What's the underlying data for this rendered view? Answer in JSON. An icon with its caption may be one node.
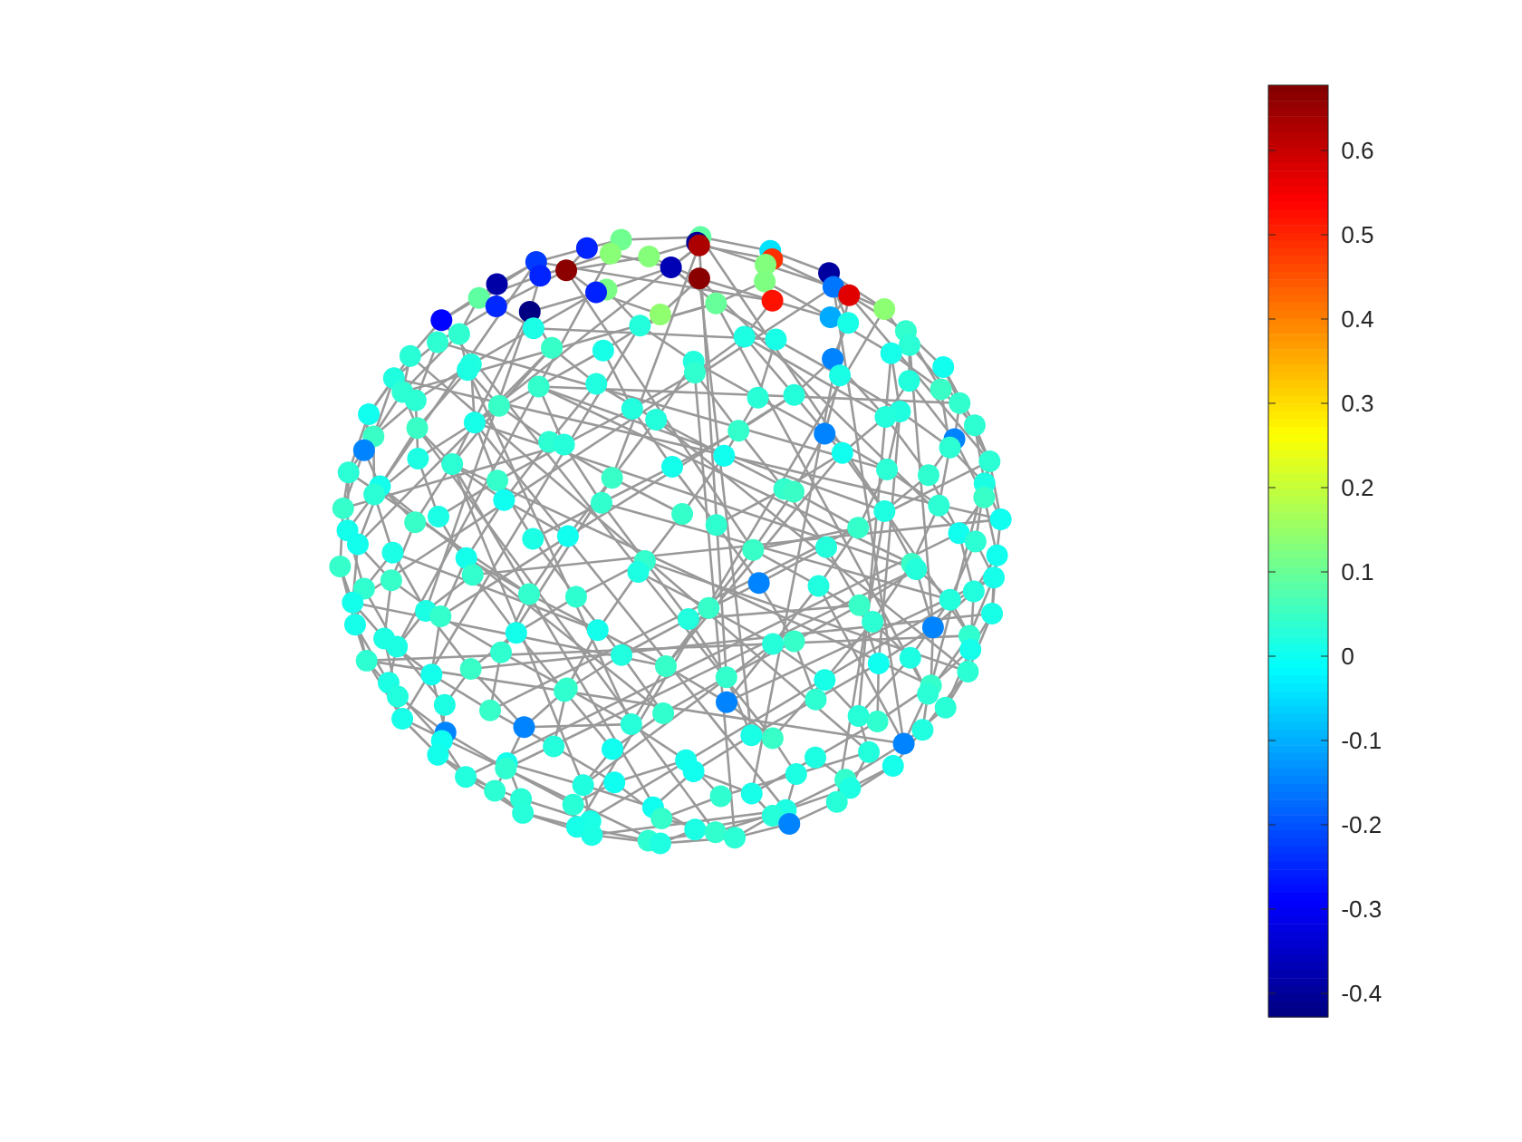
{
  "diagram": {
    "labels": [
      "0.6",
      "0.5",
      "0.4",
      "0.3",
      "0.2",
      "0.1",
      "0",
      "-0.1",
      "-0.2",
      "-0.3",
      "-0.4"
    ]
  }
}
